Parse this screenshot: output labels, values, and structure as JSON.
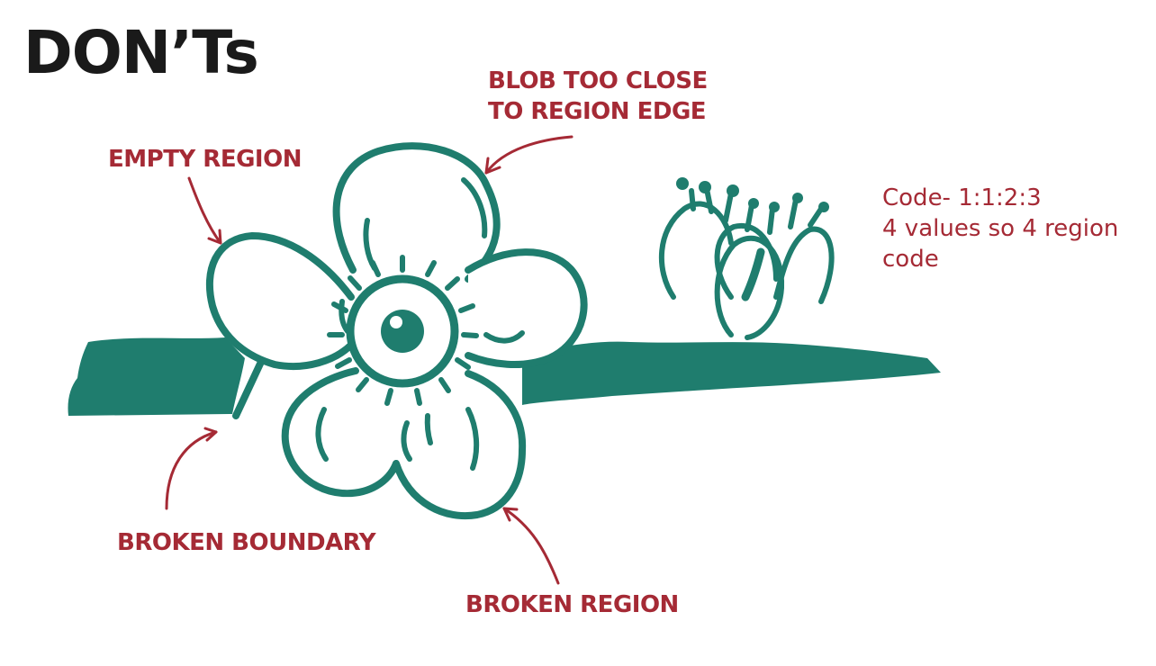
{
  "title": "DON’Ts",
  "callouts": {
    "blob_line1": "BLOB TOO CLOSE",
    "blob_line2": "TO REGION EDGE",
    "empty_region": "EMPTY REGION",
    "broken_boundary": "BROKEN BOUNDARY",
    "broken_region": "BROKEN REGION"
  },
  "code_note": {
    "line1": "Code- 1:1:2:3",
    "line2": "4 values so 4 region",
    "line3": "code"
  },
  "colors": {
    "teal": "#1f7d6e",
    "accent": "#a52a35",
    "title": "#1a1a1a"
  }
}
